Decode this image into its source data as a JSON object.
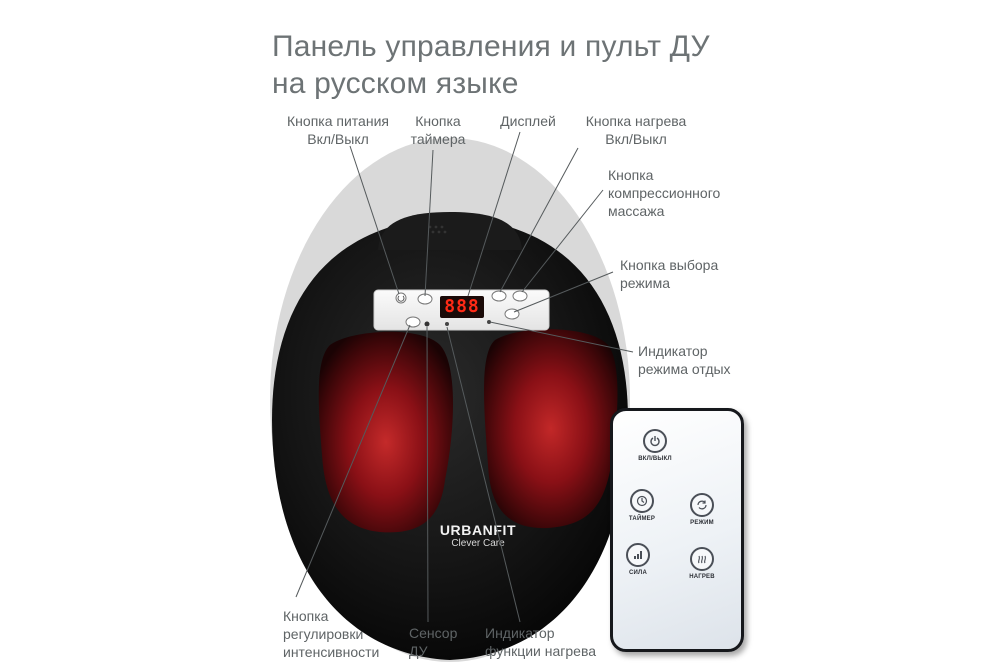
{
  "title": {
    "line1": "Панель управления и пульт ДУ",
    "line2": "на русском языке"
  },
  "callouts": {
    "power": [
      "Кнопка питания",
      "Вкл/Выкл"
    ],
    "timer": [
      "Кнопка",
      "таймера"
    ],
    "display": [
      "Дисплей"
    ],
    "heat": [
      "Кнопка нагрева",
      "Вкл/Выкл"
    ],
    "compression": [
      "Кнопка",
      "компрессионного",
      "массажа"
    ],
    "mode": [
      "Кнопка выбора",
      "режима"
    ],
    "rest": [
      "Индикатор",
      "режима отдых"
    ],
    "intensity": [
      "Кнопка",
      "регулировки",
      "интенсивности"
    ],
    "sensor": [
      "Сенсор",
      "ДУ"
    ],
    "heat_indicator": [
      "Индикатор",
      "функции нагрева"
    ]
  },
  "display_value": "888",
  "brand": {
    "name": "URBANFIT",
    "tagline": "Clever Care"
  },
  "remote": {
    "buttons": [
      {
        "label": "ВКЛ/ВЫКЛ",
        "icon": "power-icon"
      },
      {
        "label": "ТАЙМЕР",
        "icon": "clock-icon"
      },
      {
        "label": "РЕЖИМ",
        "icon": "cycle-icon"
      },
      {
        "label": "СИЛА",
        "icon": "bars-icon"
      },
      {
        "label": "НАГРЕВ",
        "icon": "heat-waves-icon"
      }
    ]
  },
  "colors": {
    "device_body": "#141414",
    "massage_glow": "#a0141c",
    "display_digits": "#ff2a16",
    "callout_text": "#5f6466",
    "title_text": "#6d7375"
  }
}
